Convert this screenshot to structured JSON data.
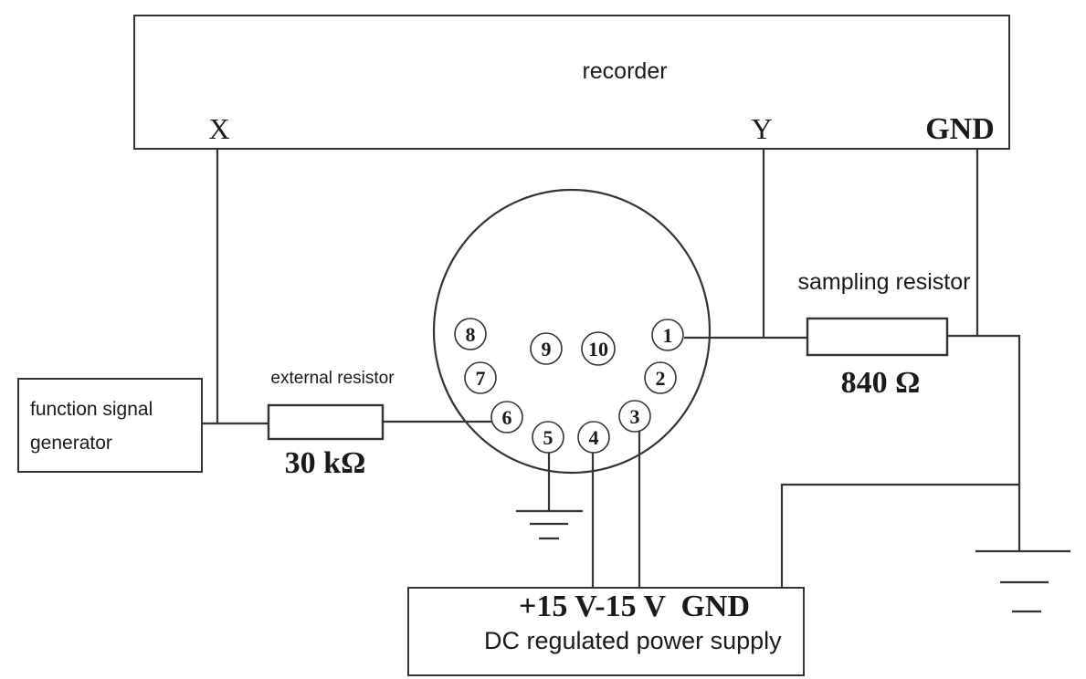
{
  "recorder": {
    "label": "recorder",
    "terminal_x": "X",
    "terminal_y": "Y",
    "terminal_gnd": "GND"
  },
  "generator": {
    "line1": "function signal",
    "line2": "generator"
  },
  "external_resistor": {
    "label": "external resistor",
    "value": "30 kΩ"
  },
  "sampling_resistor": {
    "label": "sampling resistor",
    "value": "840 Ω"
  },
  "socket": {
    "pins": [
      "1",
      "2",
      "3",
      "4",
      "5",
      "6",
      "7",
      "8",
      "9",
      "10"
    ]
  },
  "power_supply": {
    "terminals": "+15 V-15 V  GND",
    "label": "DC regulated power supply"
  }
}
